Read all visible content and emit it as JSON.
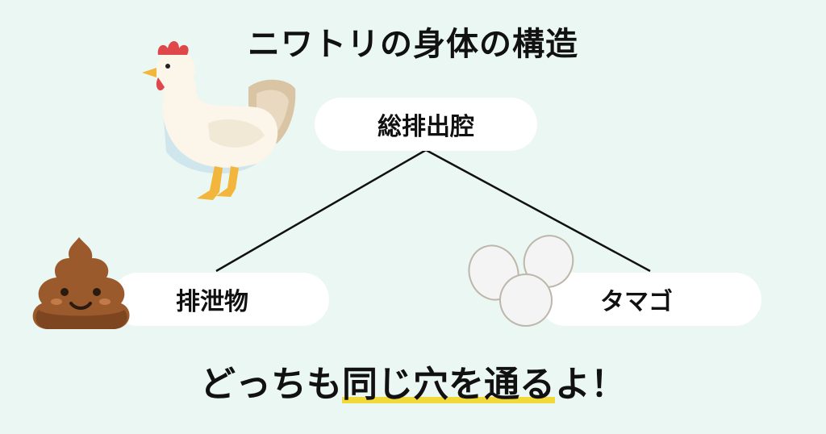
{
  "title": "ニワトリの身体の構造",
  "root": {
    "label": "総排出腔"
  },
  "children": [
    {
      "label": "排泄物",
      "icon": "poop-icon"
    },
    {
      "label": "タマゴ",
      "icon": "eggs-icon"
    }
  ],
  "caption": {
    "before": "どっちも",
    "highlight": "同じ穴を通る",
    "after": "よ！"
  },
  "colors": {
    "background": "#eaf7f2",
    "highlight": "#f2d93a",
    "line": "#111111"
  }
}
